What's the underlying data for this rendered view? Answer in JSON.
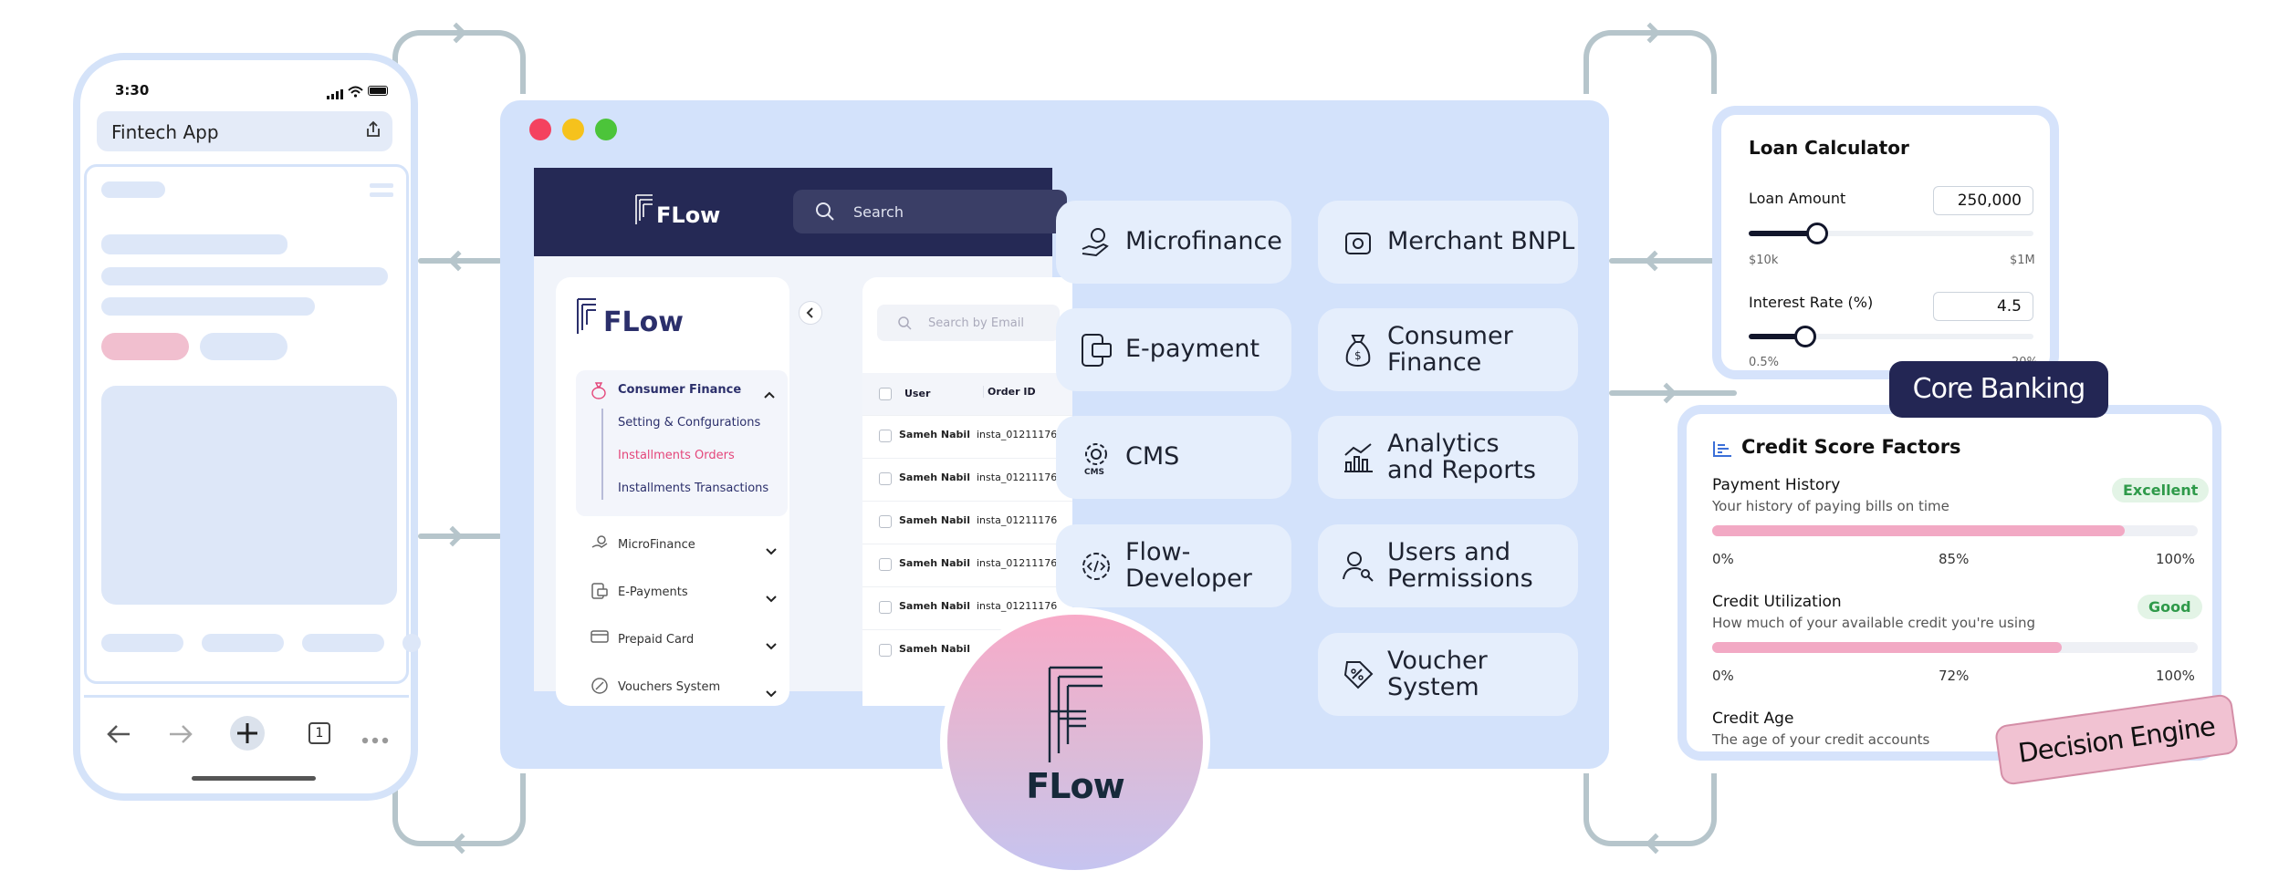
{
  "phone": {
    "time": "3:30",
    "address": "Fintech App",
    "tab_count": "1"
  },
  "app": {
    "brand": "FLow",
    "search_placeholder": "Search",
    "table_search_placeholder": "Search by Email",
    "sidebar": {
      "brand": "FLow",
      "section": "Consumer Finance",
      "subitems": [
        "Setting & Confgurations",
        "Installments Orders",
        "Installments Transactions"
      ],
      "items": [
        "MicroFinance",
        "E-Payments",
        "Prepaid Card",
        "Vouchers System"
      ]
    },
    "table": {
      "headers": [
        "User",
        "Order ID"
      ],
      "rows": [
        {
          "user": "Sameh Nabil",
          "order": "insta_01211176"
        },
        {
          "user": "Sameh Nabil",
          "order": "insta_01211176"
        },
        {
          "user": "Sameh Nabil",
          "order": "insta_01211176"
        },
        {
          "user": "Sameh Nabil",
          "order": "insta_01211176"
        },
        {
          "user": "Sameh Nabil",
          "order": "insta_01211176"
        },
        {
          "user": "Sameh Nabil",
          "order": ""
        }
      ]
    }
  },
  "modules": {
    "microfinance": "Microfinance",
    "merchant_bnpl": "Merchant BNPL",
    "epayment": "E-payment",
    "consumer_finance_1": "Consumer",
    "consumer_finance_2": "Finance",
    "cms": "CMS",
    "analytics_1": "Analytics",
    "analytics_2": "and Reports",
    "flow_dev_1": "Flow-",
    "flow_dev_2": "Developer",
    "users_1": "Users and",
    "users_2": "Permissions",
    "voucher_1": "Voucher",
    "voucher_2": "System",
    "cms_icon_text": "CMS"
  },
  "logo_text": "FLow",
  "loan_calculator": {
    "title": "Loan Calculator",
    "amount_label": "Loan Amount",
    "amount_value": "250,000",
    "amount_min": "$10k",
    "amount_max": "$1M",
    "amount_fraction": 0.24,
    "rate_label": "Interest Rate (%)",
    "rate_value": "4.5",
    "rate_min": "0.5%",
    "rate_max": "20%",
    "rate_fraction": 0.2
  },
  "core_banking_tag": "Core Banking",
  "credit_score": {
    "title": "Credit Score Factors",
    "factors": [
      {
        "name": "Payment History",
        "desc": "Your history of paying bills on time",
        "badge": "Excellent",
        "ticks": [
          "0%",
          "85%",
          "100%"
        ],
        "value": 0.85
      },
      {
        "name": "Credit Utilization",
        "desc": "How much of your available credit you're using",
        "badge": "Good",
        "ticks": [
          "0%",
          "72%",
          "100%"
        ],
        "value": 0.72
      },
      {
        "name": "Credit Age",
        "desc": "The age of your credit accounts"
      }
    ]
  },
  "decision_engine_tag": "Decision Engine",
  "colors": {
    "navy": "#252955",
    "accent_pink": "#f2a9c4",
    "panel_blue": "#d3e2fb",
    "card_blue": "#e5eefc",
    "excellent_green": "#2f9a4a",
    "badge_green_bg": "#e3f4e6"
  }
}
